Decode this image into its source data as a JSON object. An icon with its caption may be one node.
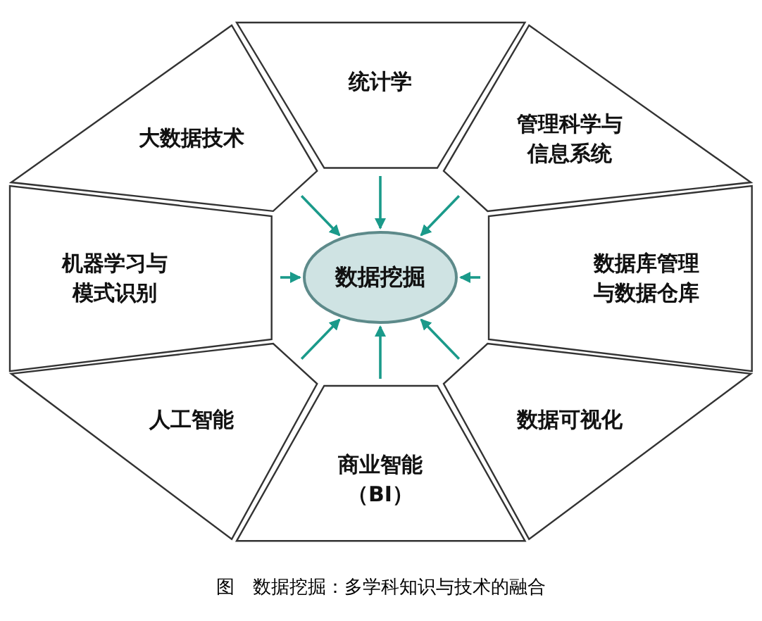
{
  "diagram": {
    "caption": "图　数据挖掘：多学科知识与技术的融合",
    "nodes": [
      {
        "text": [
          "统计学"
        ]
      },
      {
        "text": [
          "管理科学与信息系统"
        ]
      },
      {
        "text": [
          "数据库管理与数据仓库"
        ]
      },
      {
        "text": [
          "数据可视化"
        ]
      },
      {
        "text": [
          "商业智能（BI）"
        ]
      },
      {
        "text": [
          "人工智能"
        ]
      },
      {
        "text": [
          "机器学习与模式识别"
        ]
      },
      {
        "text": [
          "大数据技术"
        ]
      },
      {
        "text": [
          "数据挖掘"
        ]
      }
    ],
    "edges": [
      {
        "from": 0,
        "to": 8,
        "arrow": "to"
      },
      {
        "from": 1,
        "to": 8,
        "arrow": "to"
      },
      {
        "from": 2,
        "to": 8,
        "arrow": "to"
      },
      {
        "from": 3,
        "to": 8,
        "arrow": "to"
      },
      {
        "from": 4,
        "to": 8,
        "arrow": "to"
      },
      {
        "from": 5,
        "to": 8,
        "arrow": "to"
      },
      {
        "from": 6,
        "to": 8,
        "arrow": "to"
      },
      {
        "from": 7,
        "to": 8,
        "arrow": "to"
      }
    ]
  }
}
